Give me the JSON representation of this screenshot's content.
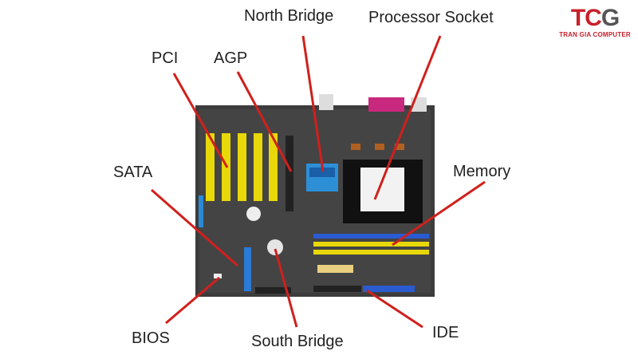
{
  "title": "Motherboard components",
  "labels": {
    "north_bridge": "North Bridge",
    "processor_socket": "Processor Socket",
    "pci": "PCI",
    "agp": "AGP",
    "sata": "SATA",
    "memory": "Memory",
    "bios": "BIOS",
    "south_bridge": "South Bridge",
    "ide": "IDE"
  },
  "logo": {
    "mark": "TCG",
    "text": "TRAN GIA COMPUTER"
  },
  "colors": {
    "pointer": "#d0201c",
    "logo_red": "#c8202a",
    "logo_gray": "#555555",
    "slot_yellow": "#e8d80a",
    "slot_blue": "#2a5bd0",
    "board": "#3a3a3a"
  }
}
